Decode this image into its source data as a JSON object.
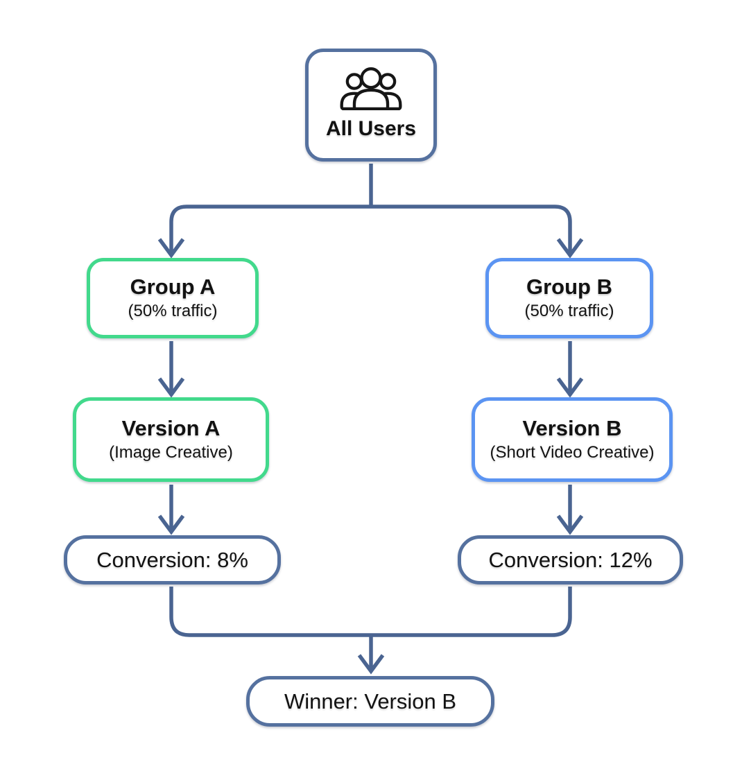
{
  "colors": {
    "line": "#4a6491",
    "slate": "#55719f",
    "green": "#42d98c",
    "blue": "#5b94f2",
    "text": "#121212",
    "bg": "#ffffff",
    "boxbg": "#ffffff"
  },
  "nodes": {
    "all_users": {
      "label": "All Users",
      "icon": "users-group-icon"
    },
    "group_a": {
      "title": "Group A",
      "subtitle": "(50% traffic)"
    },
    "group_b": {
      "title": "Group B",
      "subtitle": "(50% traffic)"
    },
    "version_a": {
      "title": "Version A",
      "subtitle": "(Image Creative)"
    },
    "version_b": {
      "title": "Version B",
      "subtitle": "(Short Video Creative)"
    },
    "conversion_a": {
      "label": "Conversion: 8%"
    },
    "conversion_b": {
      "label": "Conversion: 12%"
    },
    "winner": {
      "label": "Winner: Version B"
    }
  }
}
